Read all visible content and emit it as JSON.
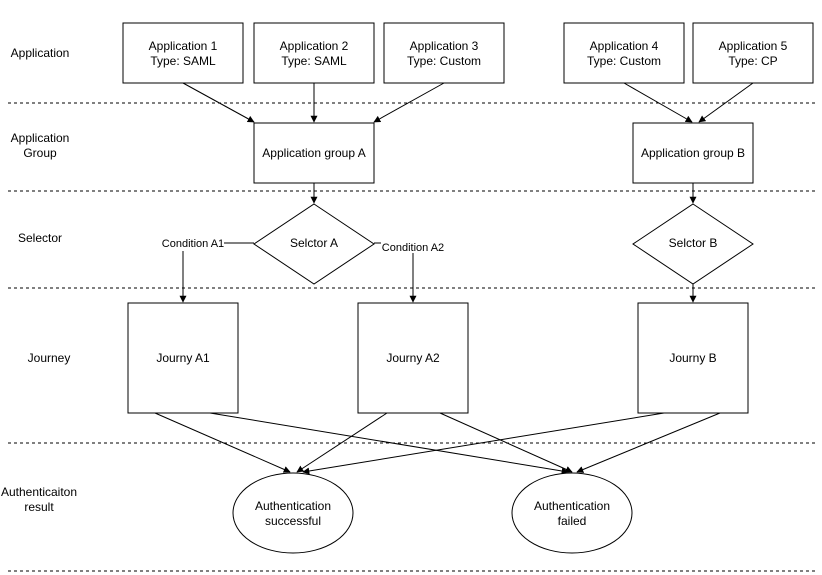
{
  "lanes": {
    "application": "Application",
    "application_group": [
      "Application",
      "Group"
    ],
    "selector": "Selector",
    "journey": "Journey",
    "auth_result": [
      "Authenticaiton",
      "result"
    ]
  },
  "applications": {
    "app1": [
      "Application 1",
      "Type: SAML"
    ],
    "app2": [
      "Application 2",
      "Type: SAML"
    ],
    "app3": [
      "Application 3",
      "Type: Custom"
    ],
    "app4": [
      "Application 4",
      "Type: Custom"
    ],
    "app5": [
      "Application 5",
      "Type: CP"
    ]
  },
  "groups": {
    "group_a": "Application group A",
    "group_b": "Application group B"
  },
  "selectors": {
    "selector_a": "Selctor A",
    "selector_b": "Selctor B",
    "condition_a1": "Condition A1",
    "condition_a2": "Condition A2"
  },
  "journeys": {
    "journey_a1": "Journy A1",
    "journey_a2": "Journy A2",
    "journey_b": "Journy B"
  },
  "results": {
    "success": [
      "Authentication",
      "successful"
    ],
    "failed": [
      "Authentication",
      "failed"
    ]
  }
}
